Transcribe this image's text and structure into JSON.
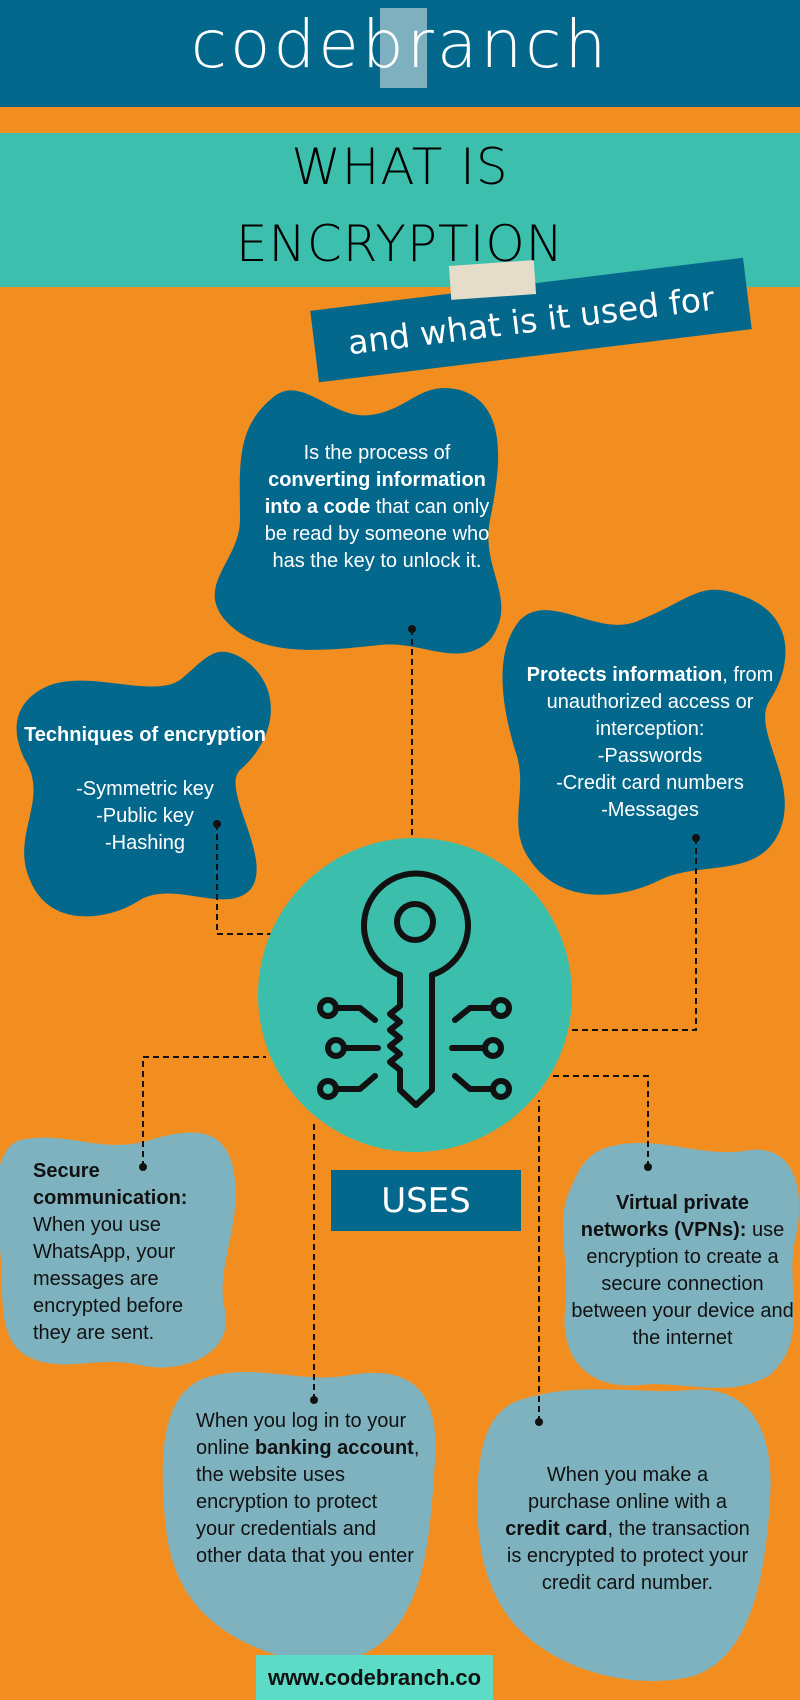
{
  "logo": {
    "text": "codebranch"
  },
  "title": {
    "line1": "WHAT IS",
    "line2": "ENCRYPTION",
    "subtitle": "and what is it used for"
  },
  "definition": {
    "pre": "Is the process of",
    "bold": "converting information into a code",
    "post": "that can only be read by someone who has the key to unlock it."
  },
  "techniques": {
    "heading": "Techniques of encryption",
    "items": [
      "-Symmetric key",
      "-Public key",
      "-Hashing"
    ]
  },
  "protects": {
    "bold": "Protects information",
    "post": ", from unauthorized access or interception:",
    "items": [
      "-Passwords",
      "-Credit card numbers",
      "-Messages"
    ]
  },
  "uses_label": "USES",
  "uses": {
    "secure": {
      "bold": "Secure communication:",
      "text": " When you use WhatsApp, your messages are encrypted before they are sent."
    },
    "vpn": {
      "bold": "Virtual private networks (VPNs):",
      "text": " use encryption to create a secure connection between your device and the internet"
    },
    "banking": {
      "pre": "When you log in to your online ",
      "bold": "banking account",
      "post": ", the website uses encryption to protect your credentials and other data that you enter"
    },
    "credit": {
      "pre": "When you make a purchase online with a ",
      "bold": "credit card",
      "post": ", the transaction is encrypted to protect your credit card number."
    }
  },
  "footer": {
    "url": "www.codebranch.co"
  },
  "colors": {
    "orange": "#f28e20",
    "dark_blue": "#03688c",
    "teal": "#3dbfad",
    "light_blue": "#7fb2bf",
    "footer": "#5cdbc7"
  }
}
